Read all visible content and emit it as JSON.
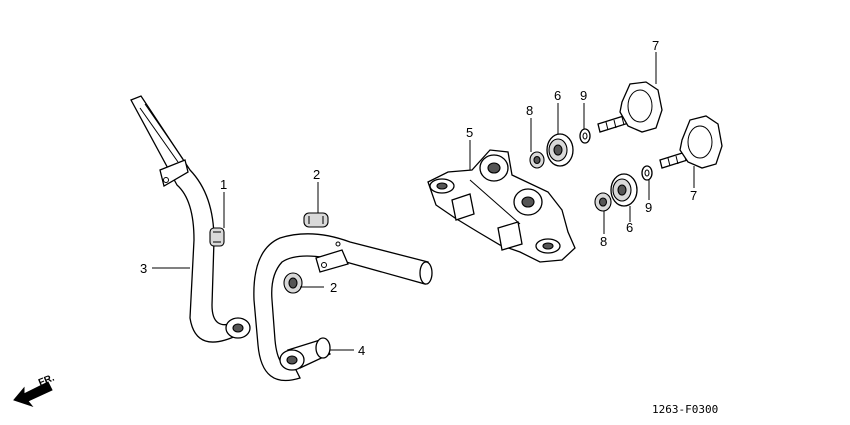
{
  "callouts": {
    "c1": "1",
    "c2a": "2",
    "c2b": "2",
    "c3": "3",
    "c4": "4",
    "c5": "5",
    "c6a": "6",
    "c6b": "6",
    "c7a": "7",
    "c7b": "7",
    "c8a": "8",
    "c8b": "8",
    "c9a": "9",
    "c9b": "9"
  },
  "direction_label": "FR.",
  "diagram_code": "1263-F0300",
  "icons": {
    "direction": "arrow-down-left-icon"
  }
}
